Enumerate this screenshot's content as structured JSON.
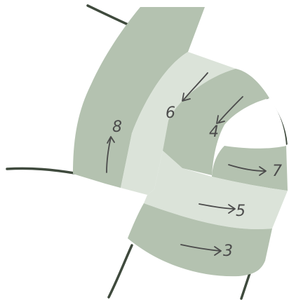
{
  "steps": [
    {
      "number": "8",
      "direction": "up"
    },
    {
      "number": "6",
      "direction": "down-left"
    },
    {
      "number": "4",
      "direction": "down-left"
    },
    {
      "number": "7",
      "direction": "right"
    },
    {
      "number": "5",
      "direction": "right"
    },
    {
      "number": "3",
      "direction": "right"
    }
  ],
  "colors": {
    "band_dark": "#b4c2b0",
    "band_light": "#dbe3d9",
    "outline": "#3f4a3d",
    "ink": "#4b4b4b",
    "background": "#ffffff"
  }
}
